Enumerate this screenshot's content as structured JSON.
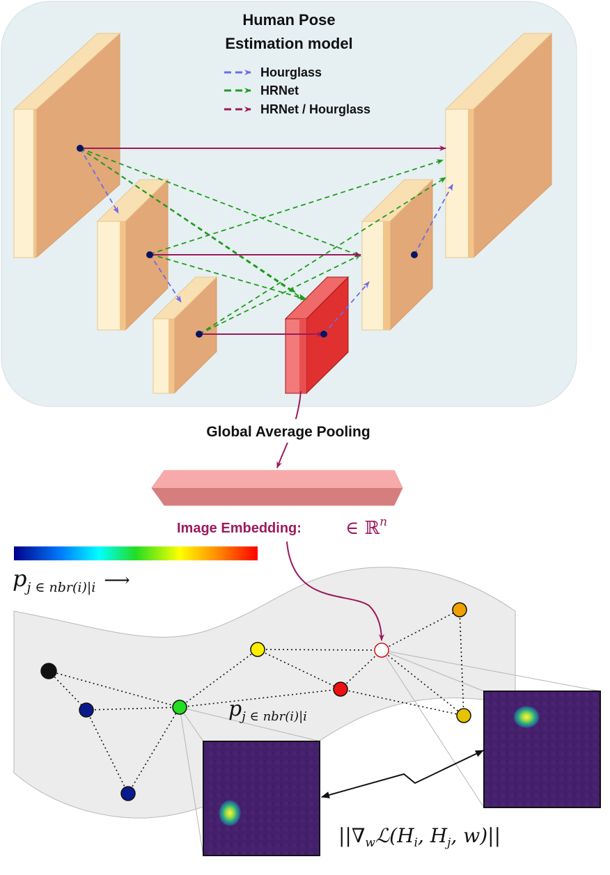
{
  "title_line1": "Human Pose",
  "title_line2": "Estimation model",
  "legend": [
    {
      "label": "Hourglass",
      "color": "#6b6bea"
    },
    {
      "label": "HRNet",
      "color": "#1f9a1f"
    },
    {
      "label": "HRNet / Hourglass",
      "color": "#9b1a5c"
    }
  ],
  "pooling_label": "Global Average Pooling",
  "embedding_label": "Image Embedding:",
  "embedding_math": "∈ ℝ",
  "embedding_sup": "n",
  "colorbar_label_p": "p",
  "colorbar_label_sub": "j ∈ nbr(i)|i",
  "colorbar_arrow": "⟶",
  "edge_label_p": "p",
  "edge_label_sub": "j ∈ nbr(i)|i",
  "gradient_label": "||∇",
  "gradient_label_w": "w",
  "gradient_label_rest": "ℒ(H",
  "gradient_label_i": "i",
  "gradient_label_mid": ", H",
  "gradient_label_j": "j",
  "gradient_label_end": ", w)||",
  "colors": {
    "panel": "#e6f0f2",
    "slab_face": "#e2a877",
    "slab_front": "#fdf1d2",
    "red_block": "#e03030",
    "embedding_bar": "#f7a4a4",
    "manifold": "#ececec",
    "heatmap_bg": "#46206d"
  },
  "graph_nodes": [
    {
      "id": "black",
      "color": "#111111"
    },
    {
      "id": "blue-left",
      "color": "#0a1a8c"
    },
    {
      "id": "blue-bottom",
      "color": "#0a1a8c"
    },
    {
      "id": "green",
      "color": "#22dd22"
    },
    {
      "id": "yellow",
      "color": "#ffee00"
    },
    {
      "id": "red",
      "color": "#ee1111"
    },
    {
      "id": "white",
      "color": "#ffffff"
    },
    {
      "id": "orange",
      "color": "#f0a000"
    },
    {
      "id": "gold",
      "color": "#e6c200"
    }
  ]
}
